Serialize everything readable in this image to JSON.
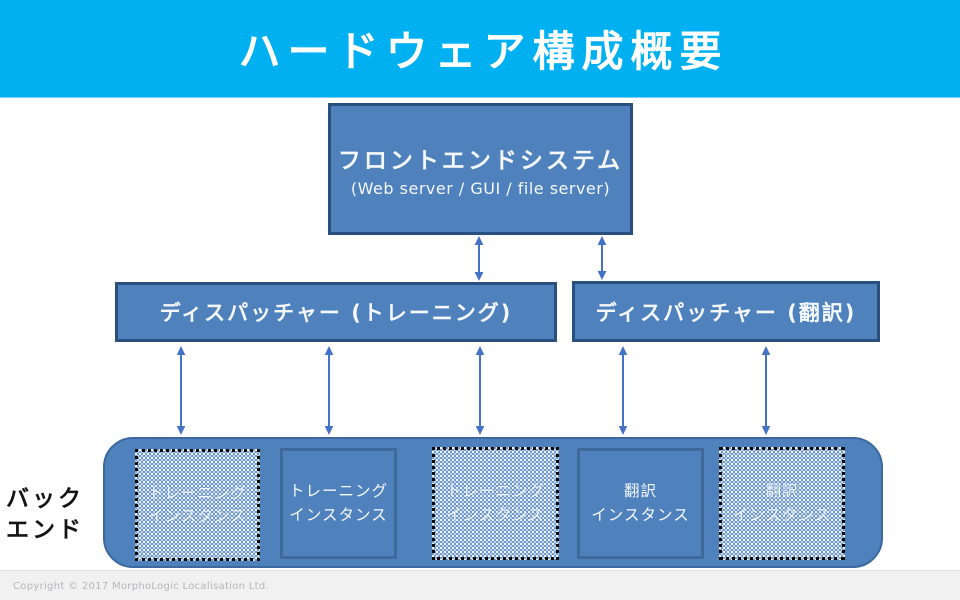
{
  "header": {
    "title": "ハードウェア構成概要"
  },
  "frontend": {
    "title": "フロントエンドシステム",
    "subtitle": "(Web server  / GUI / file server)"
  },
  "dispatchers": [
    {
      "label": "ディスパッチャー (トレーニング)"
    },
    {
      "label": "ディスパッチャー (翻訳)"
    }
  ],
  "backend": {
    "label_line1": "バック",
    "label_line2": "エンド",
    "instances": [
      {
        "line1": "トレーニング",
        "line2": "インスタンス",
        "style": "dotted"
      },
      {
        "line1": "トレーニング",
        "line2": "インスタンス",
        "style": "solid"
      },
      {
        "line1": "トレーニング",
        "line2": "インスタンス",
        "style": "dotted"
      },
      {
        "line1": "翻訳",
        "line2": "インスタンス",
        "style": "solid"
      },
      {
        "line1": "翻訳",
        "line2": "インスタンス",
        "style": "dotted"
      }
    ]
  },
  "footer": {
    "copyright": "Copyright © 2017 MorphoLogic Localisation Ltd."
  },
  "colors": {
    "header_cyan": "#00b0f0",
    "box_fill": "#4f81bd",
    "box_border": "#27507f",
    "container_border": "#3c689f",
    "arrow_blue": "#4472c4",
    "footer_bg": "#f1f1f2",
    "footer_text": "#b6b6b9"
  }
}
